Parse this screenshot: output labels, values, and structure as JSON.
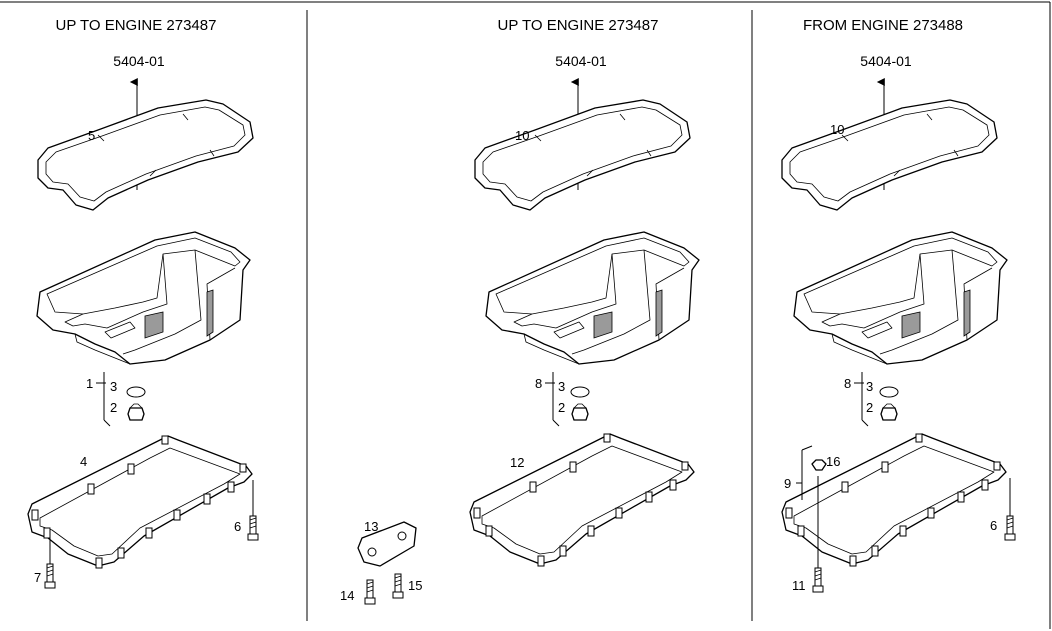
{
  "panels": [
    {
      "title": "UP TO ENGINE 273487",
      "ref": "5404-01",
      "labels": {
        "gasket_top": "5",
        "pan_a": "1",
        "pan_b": "3",
        "pan_c": "2",
        "lower": "4",
        "bolt_right": "6",
        "bolt_left": "7"
      }
    },
    {
      "title": "",
      "labels": {
        "plate": "13",
        "bolt_a": "14",
        "bolt_b": "15"
      }
    },
    {
      "title": "UP TO ENGINE 273487",
      "ref": "5404-01",
      "labels": {
        "gasket_top": "10",
        "pan_a": "8",
        "pan_b": "3",
        "pan_c": "2",
        "lower": "12"
      }
    },
    {
      "title": "FROM ENGINE 273488",
      "ref": "5404-01",
      "labels": {
        "gasket_top": "10",
        "pan_a": "8",
        "pan_b": "3",
        "pan_c": "2",
        "lower_a": "9",
        "lower_b": "16",
        "bolt_right": "6",
        "bolt_left": "11"
      }
    }
  ]
}
